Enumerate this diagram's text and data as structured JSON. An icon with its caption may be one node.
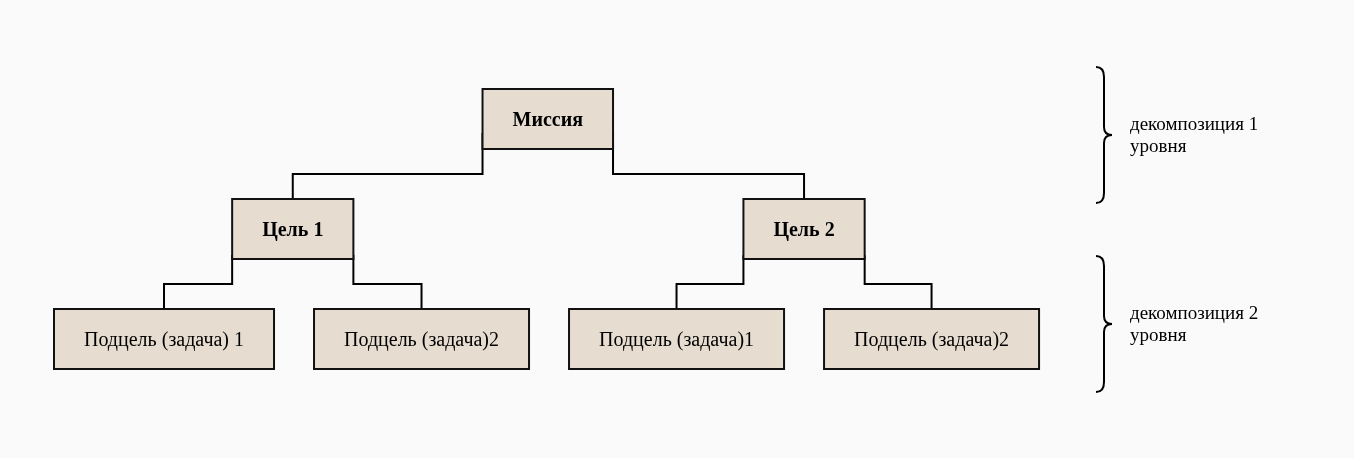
{
  "diagram": {
    "nodes": [
      {
        "text": [
          "Миссия"
        ]
      },
      {
        "text": [
          "Цель 1"
        ]
      },
      {
        "text": [
          "Цель 2"
        ]
      },
      {
        "text": [
          "Подцель (задача) 1"
        ]
      },
      {
        "text": [
          "Подцель (задача)2"
        ]
      },
      {
        "text": [
          "Подцель (задача)1"
        ]
      },
      {
        "text": [
          "Подцель (задача)2"
        ]
      }
    ],
    "edges": [
      {
        "from": 0,
        "to": 1,
        "arrow": "none"
      },
      {
        "from": 0,
        "to": 2,
        "arrow": "none"
      },
      {
        "from": 1,
        "to": 3,
        "arrow": "none"
      },
      {
        "from": 1,
        "to": 4,
        "arrow": "none"
      },
      {
        "from": 2,
        "to": 5,
        "arrow": "none"
      },
      {
        "from": 2,
        "to": 6,
        "arrow": "none"
      }
    ],
    "labels": [
      "декомпозиция 1 уровня",
      "декомпозиция 2 уровня"
    ]
  }
}
